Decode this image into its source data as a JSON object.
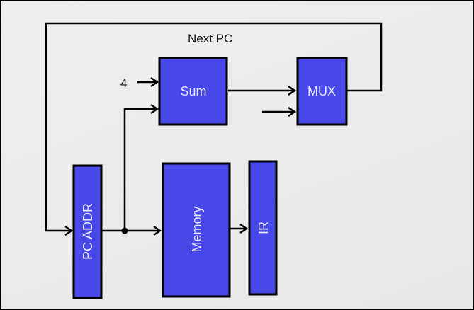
{
  "diagram": {
    "colors": {
      "block_fill": "#4848e8",
      "block_text": "#e8e8ff",
      "wire": "#000000",
      "background": "#ebebeb"
    },
    "labels": {
      "next_pc": "Next PC",
      "constant_four": "4"
    },
    "blocks": {
      "sum": "Sum",
      "mux": "MUX",
      "pc_addr": "PC ADDR",
      "memory": "Memory",
      "ir": "IR"
    },
    "connections": [
      {
        "from": "constant_four",
        "to": "sum"
      },
      {
        "from": "pc_addr",
        "to": "sum"
      },
      {
        "from": "sum",
        "to": "mux"
      },
      {
        "from": "external",
        "to": "mux"
      },
      {
        "from": "mux",
        "to": "pc_addr",
        "label": "Next PC"
      },
      {
        "from": "pc_addr",
        "to": "memory"
      },
      {
        "from": "memory",
        "to": "ir"
      }
    ]
  }
}
